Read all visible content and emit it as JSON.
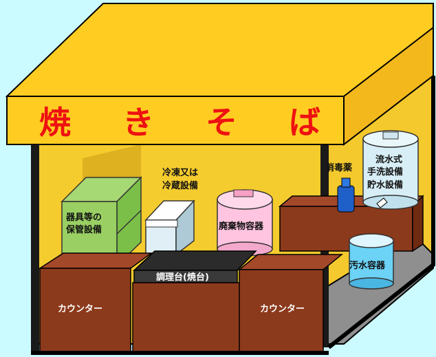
{
  "sign": {
    "chars": [
      "焼",
      "き",
      "そ",
      "ば"
    ]
  },
  "labels": {
    "storage_lines": [
      "器具等の",
      "保管設備"
    ],
    "fridge_lines": [
      "冷凍又は",
      "冷蔵設備"
    ],
    "waste": "廃棄物容器",
    "disinfectant": "消毒薬",
    "handwash_lines": [
      "流水式",
      "手洗設備",
      "貯水設備"
    ],
    "wastewater": "汚水容器",
    "cooking": "調理台(焼台)",
    "counter_left": "カウンター",
    "counter_right": "カウンター"
  },
  "colors": {
    "background": "#ccfbff",
    "roof": "#ffcc22",
    "sign_text": "#ee1111",
    "counter": "#8c3a1c",
    "interior": "#f5cc2e"
  }
}
